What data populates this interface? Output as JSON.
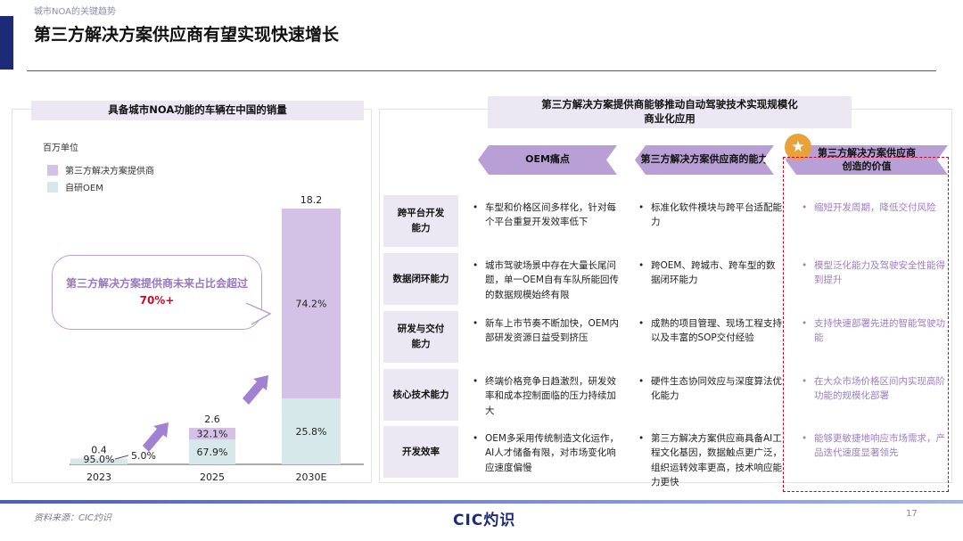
{
  "header": {
    "breadcrumb": "城市NOA的关键趋势",
    "title": "第三方解决方案供应商有望实现快速增长"
  },
  "left": {
    "banner": "具备城市NOA功能的车辆在中国的销量",
    "unit": "百万单位",
    "callout_text": "第三方解决方案提供商未来占比会超过",
    "callout_highlight": "70%+"
  },
  "chart_data": {
    "type": "bar",
    "stacked": true,
    "categories": [
      "2023",
      "2025",
      "2030E"
    ],
    "totals": [
      0.4,
      2.6,
      18.2
    ],
    "series": [
      {
        "name": "第三方解决方案提供商",
        "color": "#d4c2e6",
        "share_labels": [
          "5.0%",
          "32.1%",
          "74.2%"
        ],
        "share": [
          5.0,
          32.1,
          74.2
        ]
      },
      {
        "name": "自研OEM",
        "color": "#d6e8ea",
        "share_labels": [
          "95.0%",
          "67.9%",
          "25.8%"
        ],
        "share": [
          95.0,
          67.9,
          25.8
        ]
      }
    ],
    "ylim": [
      0,
      18.2
    ]
  },
  "right": {
    "banner_line1": "第三方解决方案提供商能够推动自动驾驶技术实现规模化",
    "banner_line2": "商业化应用",
    "col_heads": [
      "OEM痛点",
      "第三方解决方案供应商的能力",
      "第三方解决方案供应商\n创造的价值"
    ],
    "star_icon": "★",
    "rows": [
      {
        "label": "跨平台开发\n能力",
        "pain": "车型和价格区间多样化，针对每个平台重复开发效率低下",
        "cap": "标准化软件模块与跨平台适配能力",
        "value": "缩短开发周期，降低交付风险"
      },
      {
        "label": "数据闭环能力",
        "pain": "城市驾驶场景中存在大量长尾问题，单一OEM自有车队所能回传的数据规模始终有限",
        "cap": "跨OEM、跨城市、跨车型的数据闭环能力",
        "value": "模型泛化能力及驾驶安全性能得到提升"
      },
      {
        "label": "研发与交付\n能力",
        "pain": "新车上市节奏不断加快，OEM内部研发资源日益受到挤压",
        "cap": "成熟的项目管理、现场工程支持以及丰富的SOP交付经验",
        "value": "支持快速部署先进的智能驾驶功能"
      },
      {
        "label": "核心技术能力",
        "pain": "终端价格竞争日趋激烈，研发效率和成本控制面临的压力持续加大",
        "cap": "硬件生态协同效应与深度算法优化能力",
        "value": "在大众市场价格区间内实现高阶功能的规模化部署"
      },
      {
        "label": "开发效率",
        "pain": "OEM多采用传统制造文化运作，AI人才储备有限，对市场变化响应速度偏慢",
        "cap": "第三方解决方案供应商具备AI工程文化基因，数据触点更广泛，组织运转效率更高，技术响应能力更快",
        "value": "能够更敏捷地响应市场需求，产品迭代速度显著领先"
      }
    ]
  },
  "footer": {
    "source": "资料来源：CIC灼识",
    "logo": "CIC灼识",
    "page": "17"
  }
}
